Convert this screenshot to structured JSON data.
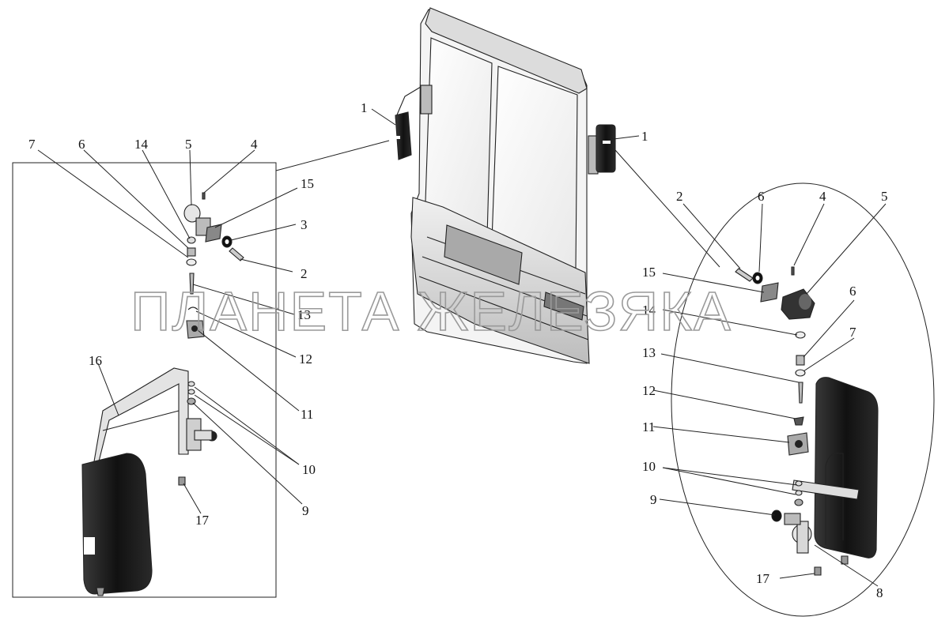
{
  "watermark": "ПЛАНЕТА ЖЕЛЕЗЯКА",
  "callouts": {
    "top_left_1": "1",
    "top_right_1": "1",
    "left": {
      "n7": "7",
      "n6": "6",
      "n14": "14",
      "n5": "5",
      "n4": "4",
      "n15": "15",
      "n3": "3",
      "n2": "2",
      "n13": "13",
      "n12": "12",
      "n11": "11",
      "n16": "16",
      "n10": "10",
      "n9": "9",
      "n17": "17"
    },
    "right": {
      "n2": "2",
      "n6": "6",
      "n4": "4",
      "n5": "5",
      "n15": "15",
      "n14": "14",
      "n13": "13",
      "n7": "7",
      "n12": "12",
      "n11": "11",
      "n10": "10",
      "n9": "9",
      "n17": "17",
      "n8": "8"
    }
  }
}
